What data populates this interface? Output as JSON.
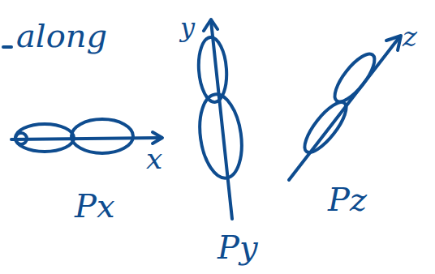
{
  "diagram": {
    "labels": [
      "along",
      "x",
      "y",
      "z",
      "Px",
      "Py",
      "Pz"
    ]
  }
}
